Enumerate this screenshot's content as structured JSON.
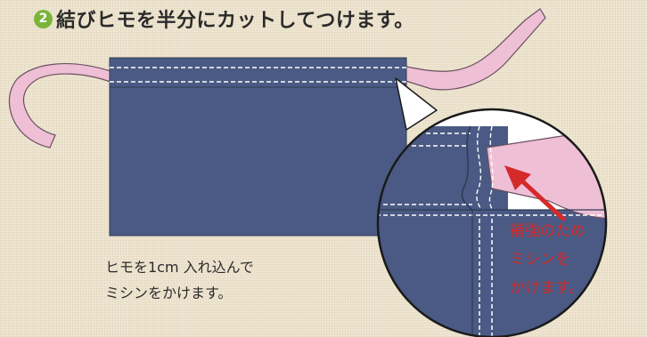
{
  "heading": {
    "step_number": "2",
    "title": "結びヒモを半分にカットしてつけます。"
  },
  "instruction_note": {
    "line1": "ヒモを1cm 入れ込んで",
    "line2": "ミシンをかけます。"
  },
  "zoom_note": {
    "line1": "補強のため",
    "line2": "ミシンを",
    "line3": "かけます。"
  },
  "colors": {
    "background": "#efe6d2",
    "fabric_denim": "#4a5a84",
    "ribbon_pink": "#efbfd6",
    "stitch_white": "#ffffff",
    "step_badge_green": "#7ab53a",
    "annotation_red": "#d42a2a"
  },
  "icons": {
    "step_badge": "circled-number-2",
    "pointer": "red-arrow"
  }
}
